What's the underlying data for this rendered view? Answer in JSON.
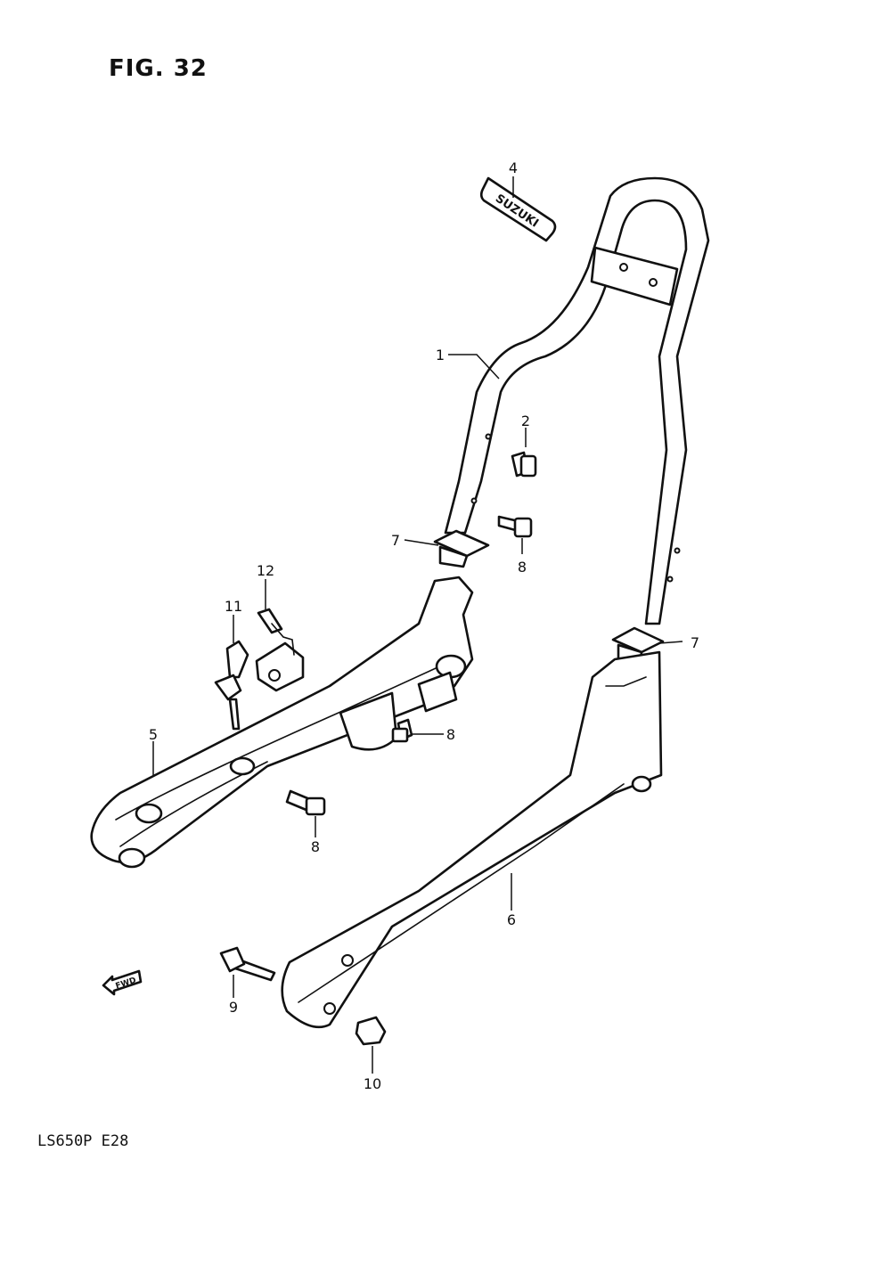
{
  "figure": {
    "title": "FIG. 32",
    "model_code": "LS650P  E28",
    "emblem_text": "SUZUKI",
    "fwd_arrow_text": "FWD"
  },
  "callouts": [
    {
      "id": "c1",
      "label": "1"
    },
    {
      "id": "c2",
      "label": "2"
    },
    {
      "id": "c4",
      "label": "4"
    },
    {
      "id": "c5",
      "label": "5"
    },
    {
      "id": "c6",
      "label": "6"
    },
    {
      "id": "c7a",
      "label": "7"
    },
    {
      "id": "c7b",
      "label": "7"
    },
    {
      "id": "c8a",
      "label": "8"
    },
    {
      "id": "c8b",
      "label": "8"
    },
    {
      "id": "c8c",
      "label": "8"
    },
    {
      "id": "c9",
      "label": "9"
    },
    {
      "id": "c10",
      "label": "10"
    },
    {
      "id": "c11",
      "label": "11"
    },
    {
      "id": "c12",
      "label": "12"
    }
  ]
}
